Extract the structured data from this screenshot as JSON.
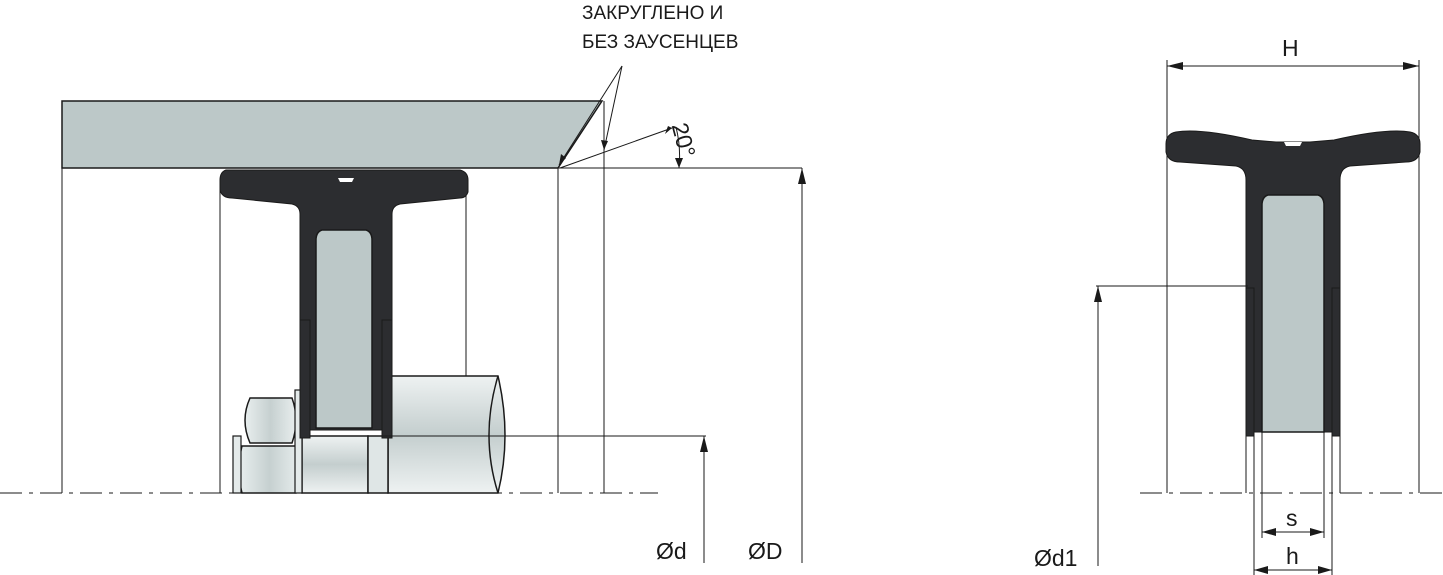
{
  "note": {
    "line1": "ЗАКРУГЛЕНО И",
    "line2": "БЕЗ ЗАУСЕНЦЕВ"
  },
  "dimensions": {
    "angle": "20°",
    "d": "Ød",
    "D": "ØD",
    "H": "H",
    "d1": "Ød1",
    "s": "s",
    "h": "h"
  },
  "colors": {
    "metal": "#bcc8c8",
    "seal": "#2c2d30",
    "line": "#1a1a1a"
  }
}
